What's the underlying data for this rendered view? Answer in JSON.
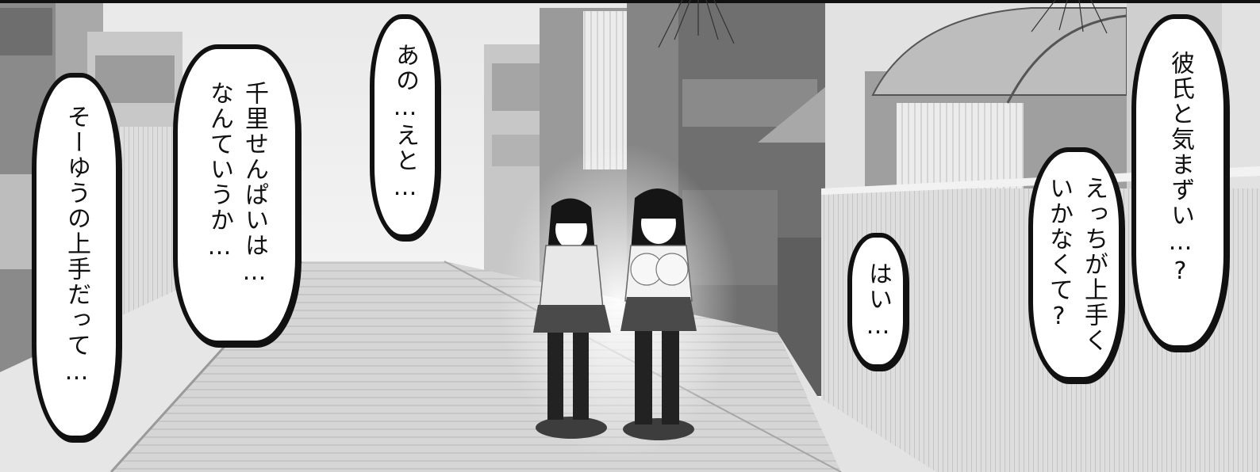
{
  "bubbles": {
    "left_1": {
      "line1": "そーゆうの上手だって…"
    },
    "left_2": {
      "line1": "千里せんぱいは…",
      "line2": "なんていうか…"
    },
    "left_3": {
      "line1": "あの…えと…"
    },
    "right_small": {
      "line1": "はい…"
    },
    "right_mid": {
      "line1": "えっちが上手く",
      "line2": "いかなくて?"
    },
    "right_top": {
      "line1": "彼氏と気まずい…?"
    }
  }
}
